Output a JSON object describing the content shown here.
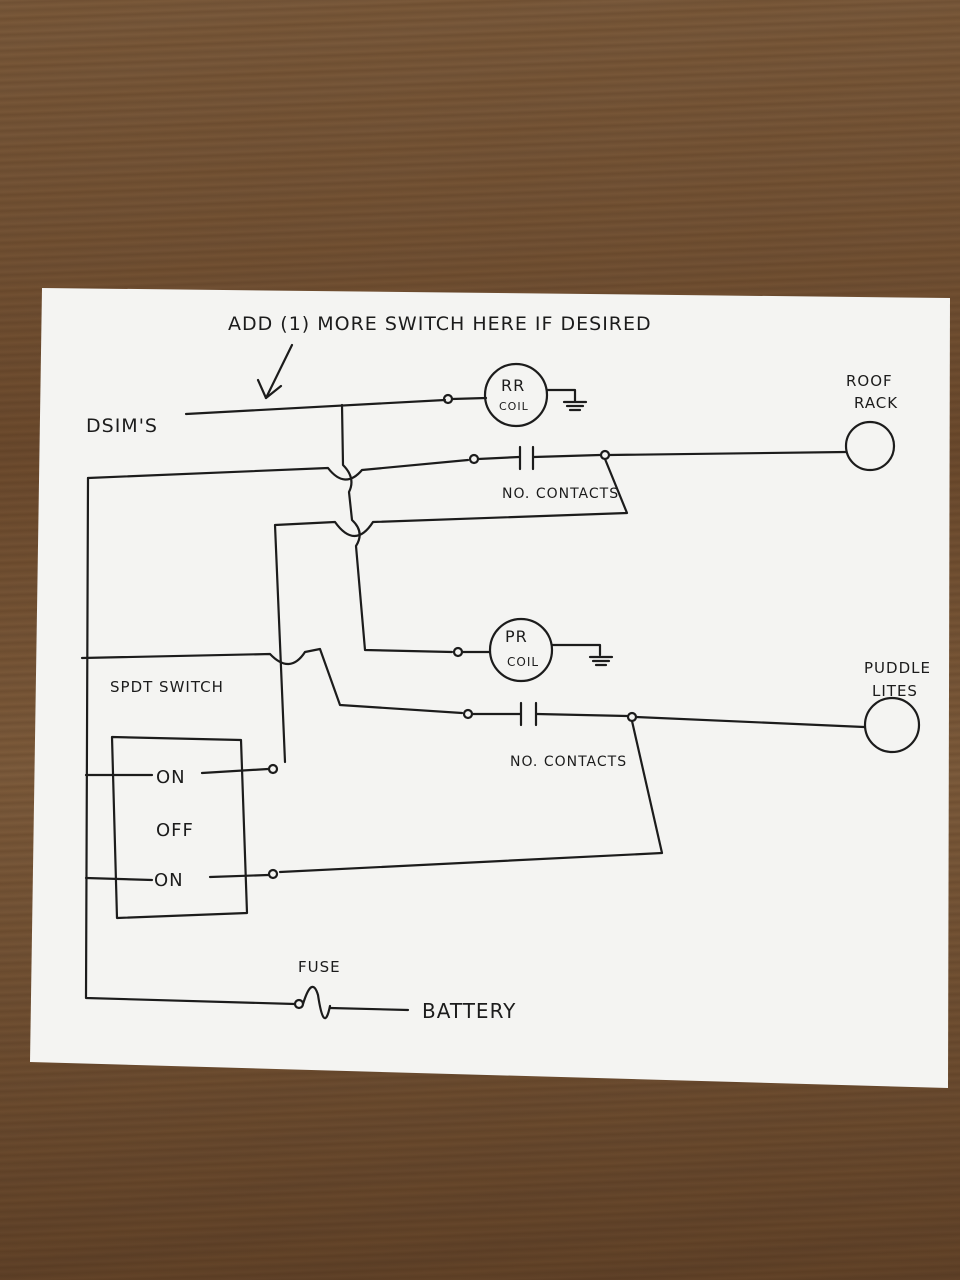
{
  "annotation": "ADD (1) MORE SWITCH HERE IF DESIRED",
  "labels": {
    "dsim": "DSIM'S",
    "rr_coil_line1": "RR",
    "rr_coil_line2": "COIL",
    "pr_coil_line1": "PR",
    "pr_coil_line2": "COIL",
    "no_contacts_top": "NO. CONTACTS",
    "no_contacts_bottom": "NO. CONTACTS",
    "roof_rack_line1": "ROOF",
    "roof_rack_line2": "RACK",
    "puddle_lites_line1": "PUDDLE",
    "puddle_lites_line2": "LITES",
    "spdt_switch": "SPDT SWITCH",
    "switch_on_top": "ON",
    "switch_off": "OFF",
    "switch_on_bottom": "ON",
    "fuse": "FUSE",
    "battery": "BATTERY"
  },
  "icons": [
    "arrow-icon",
    "ground-icon",
    "coil-icon",
    "contacts-icon",
    "lamp-icon",
    "fuse-icon"
  ],
  "colors": {
    "ink": "#1c1c1c",
    "paper": "#f4f4f2",
    "wood": "#6b4a2e"
  }
}
